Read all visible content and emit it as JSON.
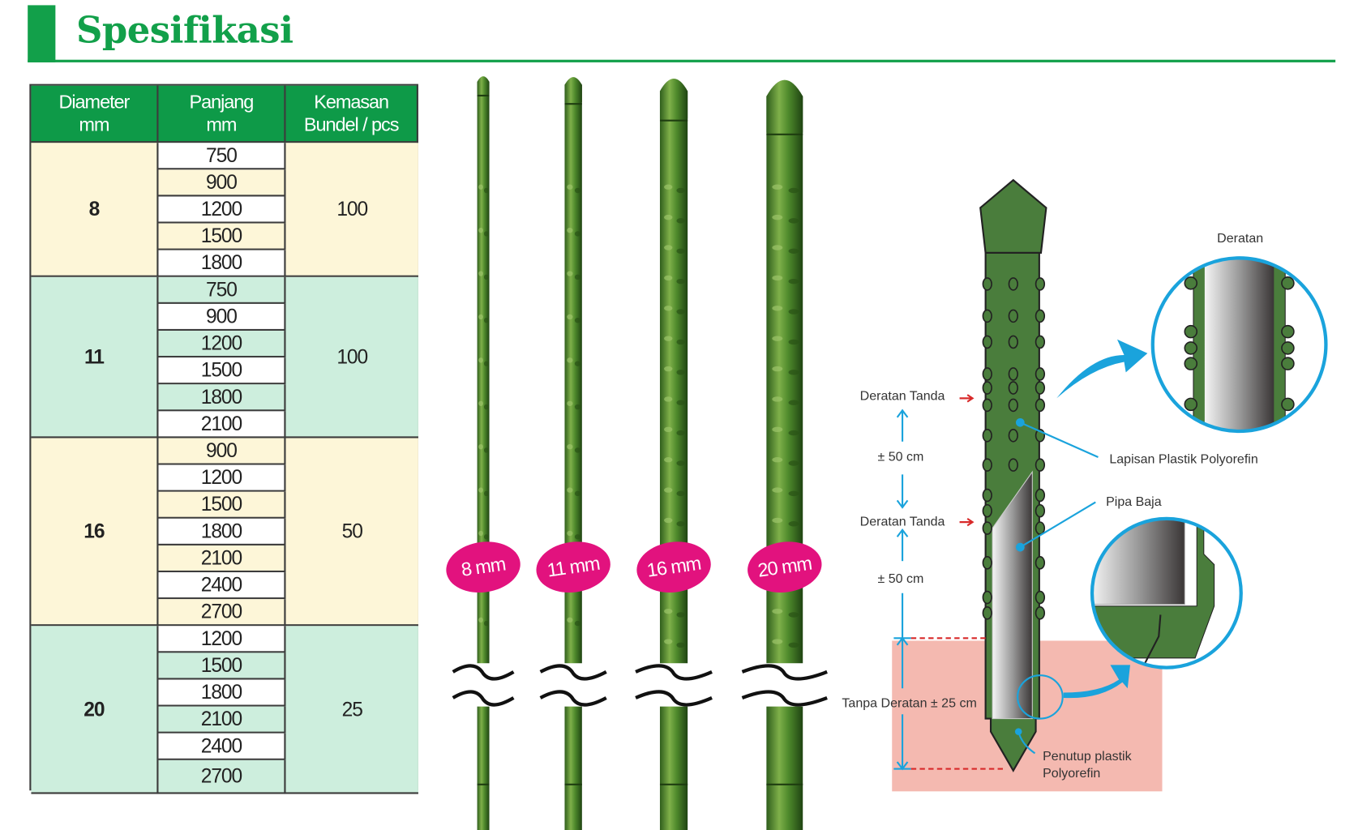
{
  "title": "Spesifikasi",
  "table": {
    "headers": {
      "diameter": [
        "Diameter",
        "mm"
      ],
      "panjang": [
        "Panjang",
        "mm"
      ],
      "kemasan": [
        "Kemasan",
        "Bundel / pcs"
      ]
    },
    "groups": [
      {
        "diameter": "8",
        "kemasan": "100",
        "lengths": [
          "750",
          "900",
          "1200",
          "1500",
          "1800"
        ]
      },
      {
        "diameter": "11",
        "kemasan": "100",
        "lengths": [
          "750",
          "900",
          "1200",
          "1500",
          "1800",
          "2100"
        ]
      },
      {
        "diameter": "16",
        "kemasan": "50",
        "lengths": [
          "900",
          "1200",
          "1500",
          "1800",
          "2100",
          "2400",
          "2700"
        ]
      },
      {
        "diameter": "20",
        "kemasan": "25",
        "lengths": [
          "1200",
          "1500",
          "1800",
          "2100",
          "2400",
          "2700"
        ]
      }
    ]
  },
  "sticks": [
    {
      "label": "8 mm"
    },
    {
      "label": "11 mm"
    },
    {
      "label": "16 mm"
    },
    {
      "label": "20 mm"
    }
  ],
  "diagram": {
    "deratan": "Deratan",
    "deratan_tanda_1": "Deratan Tanda",
    "deratan_tanda_2": "Deratan Tanda",
    "jarak_1": "± 50 cm",
    "jarak_2": "± 50 cm",
    "tanpa_deratan": "Tanpa Deratan ± 25 cm",
    "lapisan": "Lapisan Plastik Polyorefin",
    "pipa": "Pipa Baja",
    "penutup_1": "Penutup plastik",
    "penutup_2": "Polyorefin"
  },
  "colors": {
    "brand_green": "#12a04a",
    "cream": "#fdf6d8",
    "mint": "#cdeedd",
    "magenta": "#e2127e",
    "stake_green": "#4a7d3c",
    "callout_blue": "#1aa3dc"
  }
}
